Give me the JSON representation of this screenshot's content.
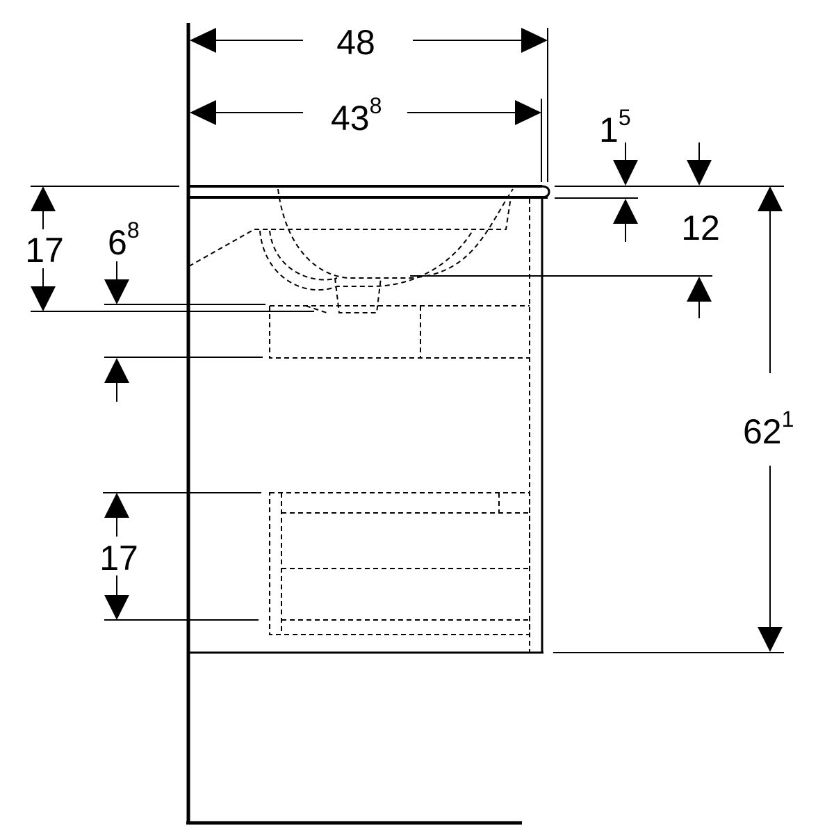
{
  "dimensions": {
    "overall_width": {
      "value": "48",
      "exponent": ""
    },
    "basin_width": {
      "value": "43",
      "exponent": "8"
    },
    "top_thickness": {
      "value": "1",
      "exponent": "5"
    },
    "basin_depth": {
      "value": "12",
      "exponent": ""
    },
    "total_height": {
      "value": "62",
      "exponent": "1"
    },
    "upper_height": {
      "value": "17",
      "exponent": ""
    },
    "siphon_gap": {
      "value": "6",
      "exponent": "8"
    },
    "drawer_height": {
      "value": "17",
      "exponent": ""
    }
  },
  "colors": {
    "line": "#000000",
    "background": "#ffffff"
  }
}
